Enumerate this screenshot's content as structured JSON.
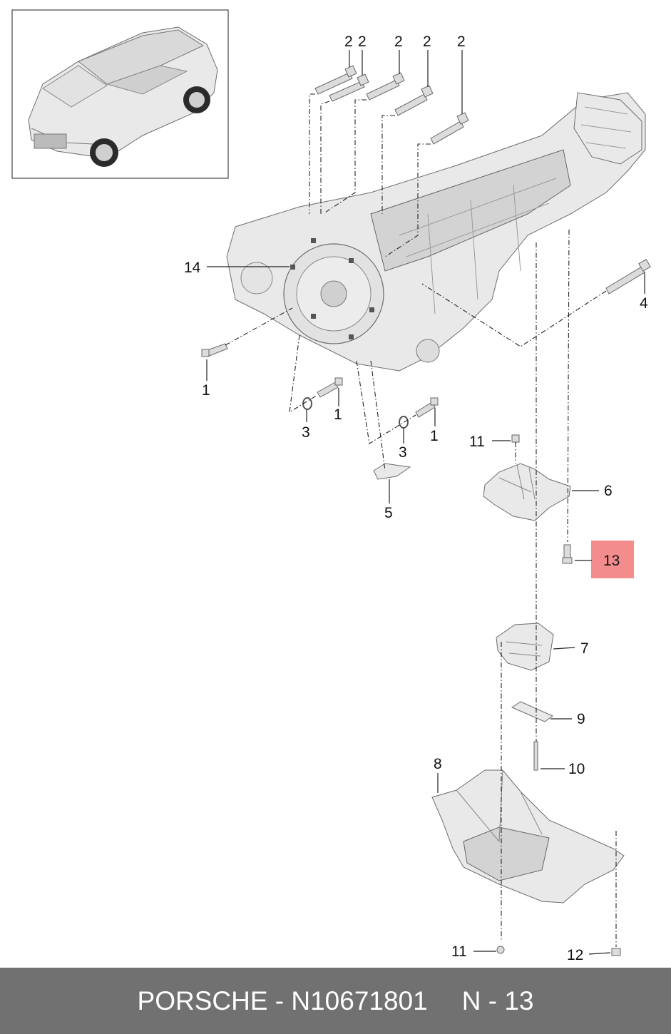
{
  "callouts": {
    "c1a": "1",
    "c1b": "1",
    "c1c": "1",
    "c2a": "2",
    "c2b": "2",
    "c2c": "2",
    "c2d": "2",
    "c2e": "2",
    "c3a": "3",
    "c3b": "3",
    "c4": "4",
    "c5": "5",
    "c6": "6",
    "c7": "7",
    "c8": "8",
    "c9": "9",
    "c10": "10",
    "c11a": "11",
    "c11b": "11",
    "c12": "12",
    "c13": "13",
    "c14": "14"
  },
  "highlight": {
    "part": "13",
    "color": "#f38c8c"
  },
  "footer": {
    "brand_part": "PORSCHE - N10671801",
    "diagram_ref": "N - 13"
  },
  "colors": {
    "footer_bg": "#717171",
    "footer_text": "#ffffff"
  }
}
